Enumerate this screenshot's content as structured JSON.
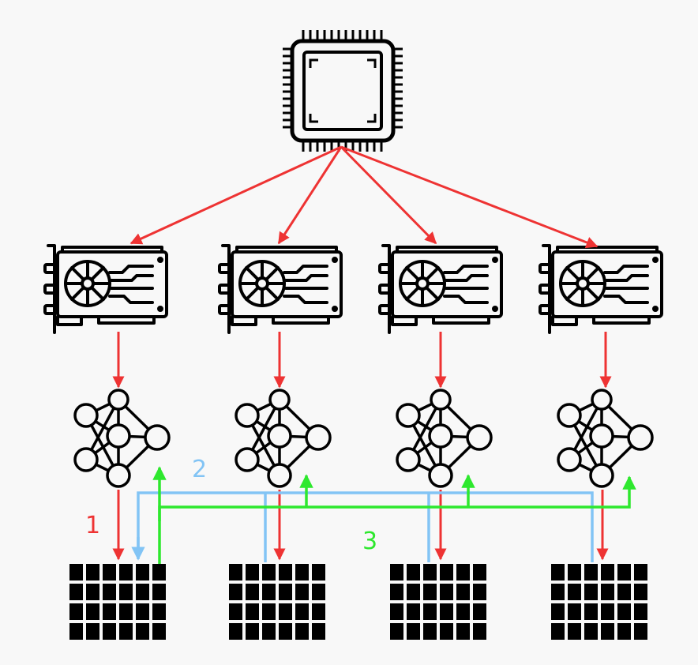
{
  "labels": {
    "step1": "1",
    "step2": "2",
    "step3": "3"
  },
  "colors": {
    "background": "#f8f8f8",
    "ink": "#000000",
    "step1": "#ee3333",
    "step2": "#82c4f5",
    "step3": "#2ee82e"
  },
  "nodes": {
    "cpu": {
      "icon": "cpu-chip-icon"
    },
    "gpus": [
      {
        "icon": "graphics-card-icon"
      },
      {
        "icon": "graphics-card-icon"
      },
      {
        "icon": "graphics-card-icon"
      },
      {
        "icon": "graphics-card-icon"
      }
    ],
    "models": [
      {
        "icon": "neural-network-icon"
      },
      {
        "icon": "neural-network-icon"
      },
      {
        "icon": "neural-network-icon"
      },
      {
        "icon": "neural-network-icon"
      }
    ],
    "data_blocks": [
      {
        "icon": "data-grid-icon"
      },
      {
        "icon": "data-grid-icon"
      },
      {
        "icon": "data-grid-icon"
      },
      {
        "icon": "data-grid-icon"
      }
    ]
  }
}
